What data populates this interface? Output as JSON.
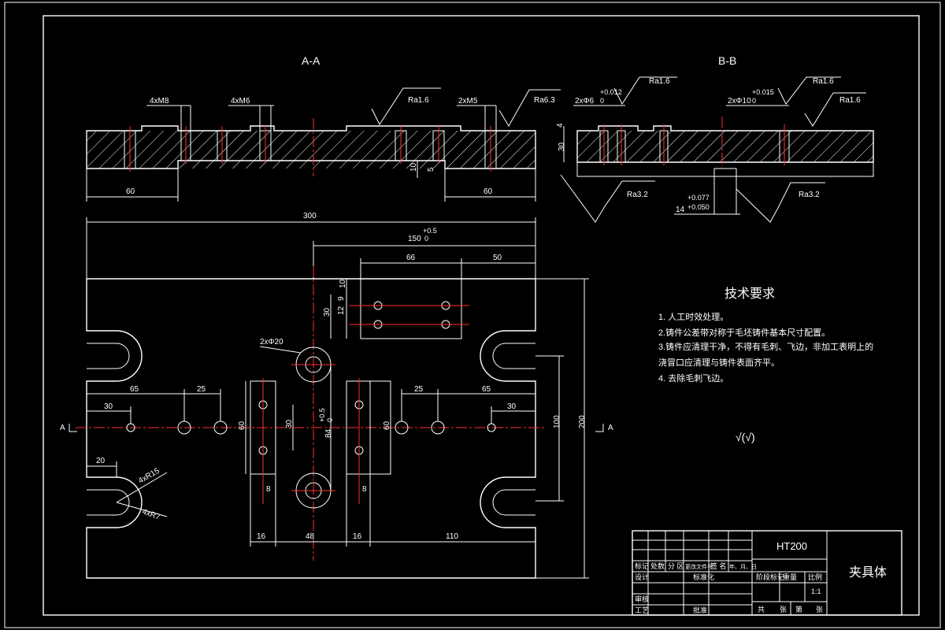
{
  "drawing": {
    "section_aa_label": "A-A",
    "section_bb_label": "B-B",
    "aa": {
      "m8_label": "4xM8",
      "m6_label": "4xM6",
      "m5_label": "2xM5",
      "ra_top": "Ra1.6",
      "ra_right": "Ra6.3",
      "dim_left_60": "60",
      "dim_right_60": "60",
      "dim_10": "10",
      "dim_5": "5"
    },
    "bb": {
      "hole6_label": "2xΦ6",
      "hole6_tol": "+0.012",
      "hole6_tol0": "0",
      "ra_left": "Ra1.6",
      "hole10_label": "2xΦ10",
      "hole10_tol": "+0.015",
      "hole10_tol0": "0",
      "ra_mid": "Ra1.6",
      "ra_right": "Ra1.6",
      "dim_4": "4",
      "dim_30": "30",
      "ra_bottom_left": "Ra3.2",
      "ra_bottom_right": "Ra3.2",
      "slot_label": "14",
      "slot_tol_upper": "+0.077",
      "slot_tol_lower": "+0.050"
    },
    "plan": {
      "dim_300": "300",
      "dim_150": "150",
      "dim_150_tol_upper": "+0.5",
      "dim_150_tol_lower": "0",
      "dim_66": "66",
      "dim_50": "50",
      "dim_10": "10",
      "dim_9": "9",
      "dim_12": "12",
      "dim_30_top": "30",
      "hole20_label": "2xΦ20",
      "dim_65_left": "65",
      "dim_25_left": "25",
      "dim_30_left": "30",
      "dim_25_right": "25",
      "dim_65_right": "65",
      "dim_30_right": "30",
      "section_a_left": "A",
      "section_a_right": "A",
      "dim_60_left": "60",
      "dim_30_mid": "30",
      "dim_84": "84",
      "dim_84_tol_upper": "+0.5",
      "dim_84_tol_lower": "0",
      "dim_60_right": "60",
      "dim_100": "100",
      "dim_200": "200",
      "dim_20": "20",
      "r15_label": "4xR15",
      "r7_label": "4xR7",
      "dim_8_left": "8",
      "dim_8_right": "8",
      "dim_16_left": "16",
      "dim_48": "48",
      "dim_16_right": "16",
      "dim_110": "110"
    },
    "requirements": {
      "heading": "技术要求",
      "items": [
        "1. 人工时效处理。",
        "2.铸件公差带对称于毛坯铸件基本尺寸配置。",
        "3.铸件应清理干净，不得有毛刺、飞边，非加工表明上的",
        "浇冒口应清理与铸件表面齐平。",
        "4. 去除毛刺飞边。"
      ],
      "symbol": "√(√)"
    },
    "title_block": {
      "material": "HT200",
      "part_name": "夹具体",
      "h_mark": "标记",
      "h_count": "处数",
      "h_zone": "分 区",
      "h_doc": "更改文件号",
      "h_sign": "签 名",
      "h_date": "年、月、日",
      "h_design": "设计",
      "h_std": "标准化",
      "h_stage": "阶段标记",
      "h_weight": "重量",
      "h_scale": "比例",
      "scale": "1:1",
      "h_review": "审核",
      "h_process": "工艺",
      "h_approve": "批准",
      "h_total": "共",
      "h_sheets": "张",
      "h_sheet_no": "第",
      "h_sheet": "张"
    }
  },
  "colors": {
    "background": "#000000",
    "line": "#ffffff",
    "centerline": "#ff3030"
  }
}
